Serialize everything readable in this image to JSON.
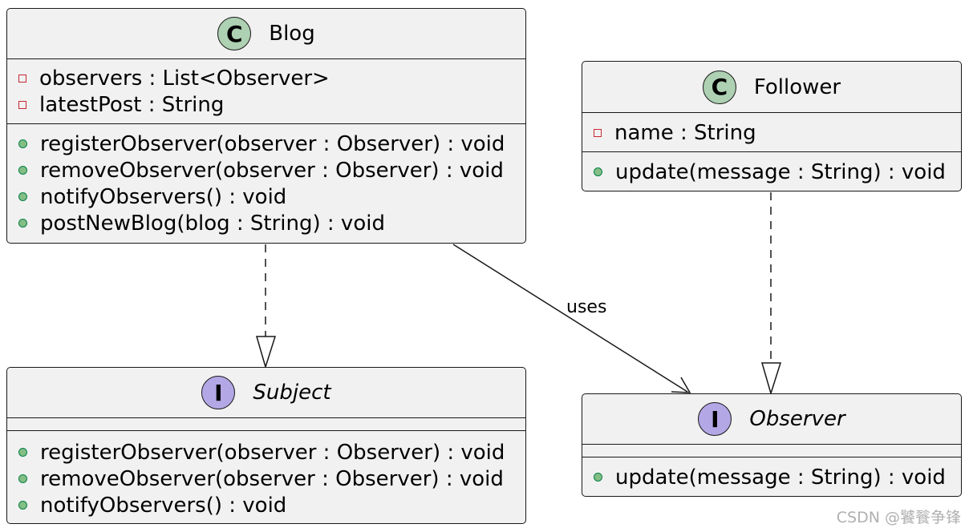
{
  "colors": {
    "class_fill": "#f1f1f1",
    "border": "#181818",
    "class_badge": "#add1b2",
    "interface_badge": "#b4a7e5",
    "private_marker": "#c82930",
    "public_marker": "#84be84"
  },
  "classes": {
    "blog": {
      "stereotype": "C",
      "name": "Blog",
      "fields": [
        "observers : List<Observer>",
        "latestPost : String"
      ],
      "methods": [
        "registerObserver(observer : Observer) : void",
        "removeObserver(observer : Observer) : void",
        "notifyObservers() : void",
        "postNewBlog(blog : String) : void"
      ]
    },
    "follower": {
      "stereotype": "C",
      "name": "Follower",
      "fields": [
        "name : String"
      ],
      "methods": [
        "update(message : String) : void"
      ]
    },
    "subject": {
      "stereotype": "I",
      "name": "Subject",
      "methods": [
        "registerObserver(observer : Observer) : void",
        "removeObserver(observer : Observer) : void",
        "notifyObservers() : void"
      ]
    },
    "observer": {
      "stereotype": "I",
      "name": "Observer",
      "methods": [
        "update(message : String) : void"
      ]
    }
  },
  "edges": {
    "uses_label": "uses"
  },
  "watermark": "CSDN @饕餮争锋"
}
